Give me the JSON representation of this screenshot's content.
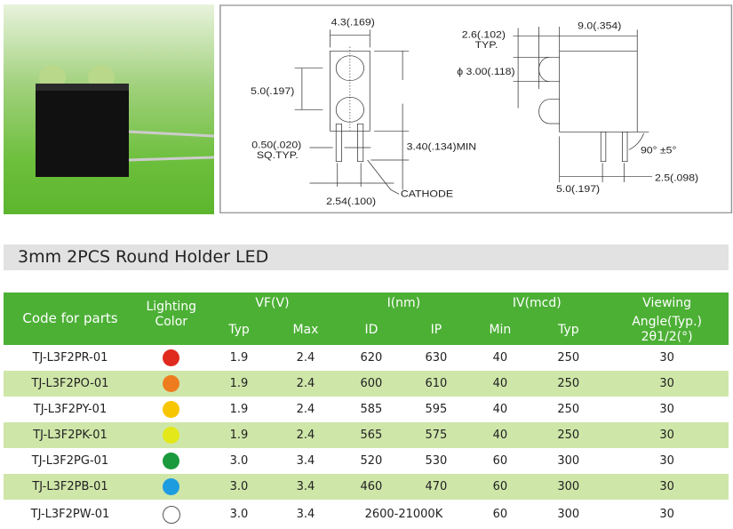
{
  "diagram": {
    "top_width": "4.3(.169)",
    "pitch": "5.0(.197)",
    "pin_size": "0.50(.020)",
    "pin_size2": "SQ.TYP.",
    "lead_min": "3.40(.134)MIN",
    "pin_pitch": "2.54(.100)",
    "cathode": "CATHODE",
    "dome_offset": "2.6(.102)",
    "dome_offset2": "TYP.",
    "length": "9.0(.354)",
    "diameter": "ϕ 3.00(.118)",
    "angle": "90° ±5°",
    "pin_from_front": "5.0(.197)",
    "pin_spacing": "2.5(.098)"
  },
  "title": "3mm 2PCS Round Holder LED",
  "table": {
    "headers": {
      "code": "Code for parts",
      "lighting": "Lighting",
      "color": "Color",
      "vf": "VF(V)",
      "vf_typ": "Typ",
      "vf_max": "Max",
      "wl": "I(nm)",
      "wl_id": "ID",
      "wl_ip": "IP",
      "iv": "IV(mcd)",
      "iv_min": "Min",
      "iv_typ": "Typ",
      "va1": "Viewing",
      "va2": "Angle(Typ.)",
      "va3": "2θ1/2(°)"
    },
    "rows": [
      {
        "code": "TJ-L3F2PR-01",
        "color": "#e02a1f",
        "vf_typ": "1.9",
        "vf_max": "2.4",
        "id": "620",
        "ip": "630",
        "iv_min": "40",
        "iv_typ": "250",
        "angle": "30"
      },
      {
        "code": "TJ-L3F2PO-01",
        "color": "#ee7c1e",
        "vf_typ": "1.9",
        "vf_max": "2.4",
        "id": "600",
        "ip": "610",
        "iv_min": "40",
        "iv_typ": "250",
        "angle": "30"
      },
      {
        "code": "TJ-L3F2PY-01",
        "color": "#f7c600",
        "vf_typ": "1.9",
        "vf_max": "2.4",
        "id": "585",
        "ip": "595",
        "iv_min": "40",
        "iv_typ": "250",
        "angle": "30"
      },
      {
        "code": "TJ-L3F2PK-01",
        "color": "#e3e81a",
        "vf_typ": "1.9",
        "vf_max": "2.4",
        "id": "565",
        "ip": "575",
        "iv_min": "40",
        "iv_typ": "250",
        "angle": "30"
      },
      {
        "code": "TJ-L3F2PG-01",
        "color": "#1a9a3c",
        "vf_typ": "3.0",
        "vf_max": "3.4",
        "id": "520",
        "ip": "530",
        "iv_min": "60",
        "iv_typ": "300",
        "angle": "30"
      },
      {
        "code": "TJ-L3F2PB-01",
        "color": "#1e9ce0",
        "vf_typ": "3.0",
        "vf_max": "3.4",
        "id": "460",
        "ip": "470",
        "iv_min": "60",
        "iv_typ": "300",
        "angle": "30"
      },
      {
        "code": "TJ-L3F2PW-01",
        "color": "#ffffff",
        "vf_typ": "3.0",
        "vf_max": "3.4",
        "range": "2600-21000K",
        "iv_min": "60",
        "iv_typ": "300",
        "angle": "30"
      }
    ]
  }
}
